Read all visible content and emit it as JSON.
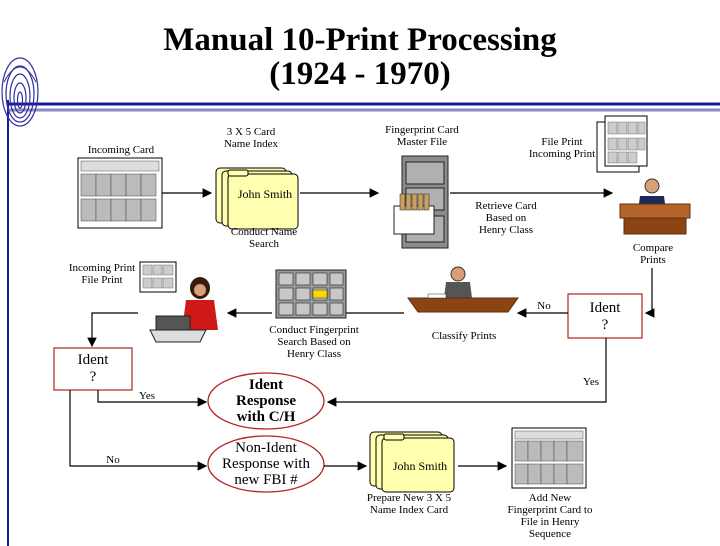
{
  "title": {
    "line1": "Manual 10-Print Processing",
    "line2": "(1924 - 1970)"
  },
  "labels": {
    "incoming_card": "Incoming Card",
    "card_index": [
      "3 X 5 Card",
      "Name Index"
    ],
    "master_file": [
      "Fingerprint Card",
      "Master File"
    ],
    "file_incoming_print": [
      "File Print",
      "Incoming Print"
    ],
    "conduct_name_search": [
      "Conduct Name",
      "Search"
    ],
    "retrieve_card": [
      "Retrieve Card",
      "Based on",
      "Henry Class"
    ],
    "compare_prints": [
      "Compare",
      "Prints"
    ],
    "incoming_file_print": [
      "Incoming Print",
      "File Print"
    ],
    "conduct_fp_search": [
      "Conduct Fingerprint",
      "Search Based on",
      "Henry Class"
    ],
    "classify_prints": "Classify Prints",
    "no_1": "No",
    "yes_1": "Yes",
    "yes_2": "Yes",
    "no_2": "No",
    "prepare_new": [
      "Prepare New 3 X 5",
      "Name Index Card"
    ],
    "add_new": [
      "Add New",
      "Fingerprint Card to",
      "File in Henry",
      "Sequence"
    ]
  },
  "folder_name_1": "John Smith",
  "folder_name_2": "John Smith",
  "ident_box_right": [
    "Ident",
    "?"
  ],
  "ident_box_left": [
    "Ident",
    "?"
  ],
  "oval_ident": [
    "Ident",
    "Response",
    "with C/H"
  ],
  "oval_non_ident": [
    "Non-Ident",
    "Response with",
    "new FBI #"
  ],
  "colors": {
    "rule_blue": "#1a1a9c",
    "box_border": "#b22222",
    "oval_border": "#b22222",
    "folder_fill": "#ffffb0",
    "desk": "#a0522d"
  }
}
